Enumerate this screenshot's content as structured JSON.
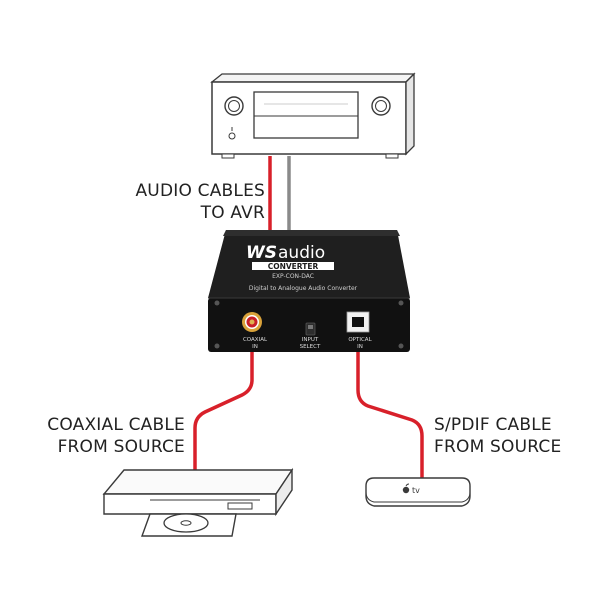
{
  "labels": {
    "audio_cables": [
      "AUDIO CABLES",
      "TO AVR"
    ],
    "coaxial_cable": [
      "COAXIAL CABLE",
      "FROM SOURCE"
    ],
    "spdif_cable": [
      "S/PDIF CABLE",
      "FROM SOURCE"
    ]
  },
  "device": {
    "brand_ws": "WS",
    "brand_audio": "audio",
    "model": "CONVERTER",
    "model_code": "EXP-CON-DAC",
    "subtitle": "Digital to Analogue Audio Converter",
    "coaxial_label": [
      "COAXIAL",
      "IN"
    ],
    "input_select_label": [
      "INPUT",
      "SELECT"
    ],
    "optical_label": [
      "OPTICAL",
      "IN"
    ]
  },
  "appletv": {
    "logo_text": "tv"
  },
  "colors": {
    "cable_red": "#d8202a",
    "cable_grey": "#8a8a8a",
    "device_body": "#1c1c1c",
    "outline": "#3a3a3a"
  }
}
